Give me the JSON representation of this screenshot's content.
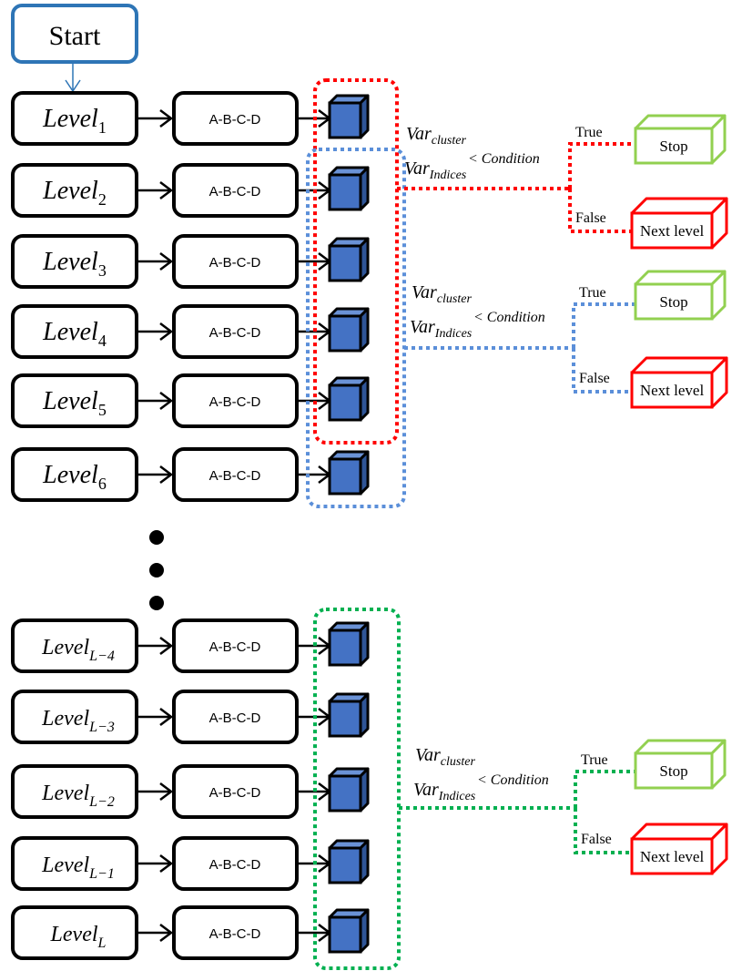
{
  "start": {
    "label": "Start"
  },
  "box_label": "A-B-C-D",
  "level_prefix": "Level",
  "levels_top": [
    {
      "sub": "1"
    },
    {
      "sub": "2"
    },
    {
      "sub": "3"
    },
    {
      "sub": "4"
    },
    {
      "sub": "5"
    },
    {
      "sub": "6"
    }
  ],
  "levels_bottom": [
    {
      "sub": "L−4"
    },
    {
      "sub": "L−3"
    },
    {
      "sub": "L−2"
    },
    {
      "sub": "L−1"
    },
    {
      "sub": "L"
    }
  ],
  "condition": {
    "var_label": "Var",
    "cluster_sub": "cluster",
    "indices_sub": "Indices",
    "compare": "< Condition"
  },
  "outcomes": {
    "true_label": "True",
    "false_label": "False",
    "stop_label": "Stop",
    "next_label": "Next level"
  },
  "colors": {
    "start_border": "#2e75b6",
    "cube_front": "#4472c4",
    "cube_top": "#6a92d6",
    "cube_side": "#2f5597",
    "red_group": "#ff0000",
    "blue_group": "#5b8fd9",
    "green_group": "#00b050",
    "stop_border": "#92d050",
    "next_border": "#ff0000"
  }
}
